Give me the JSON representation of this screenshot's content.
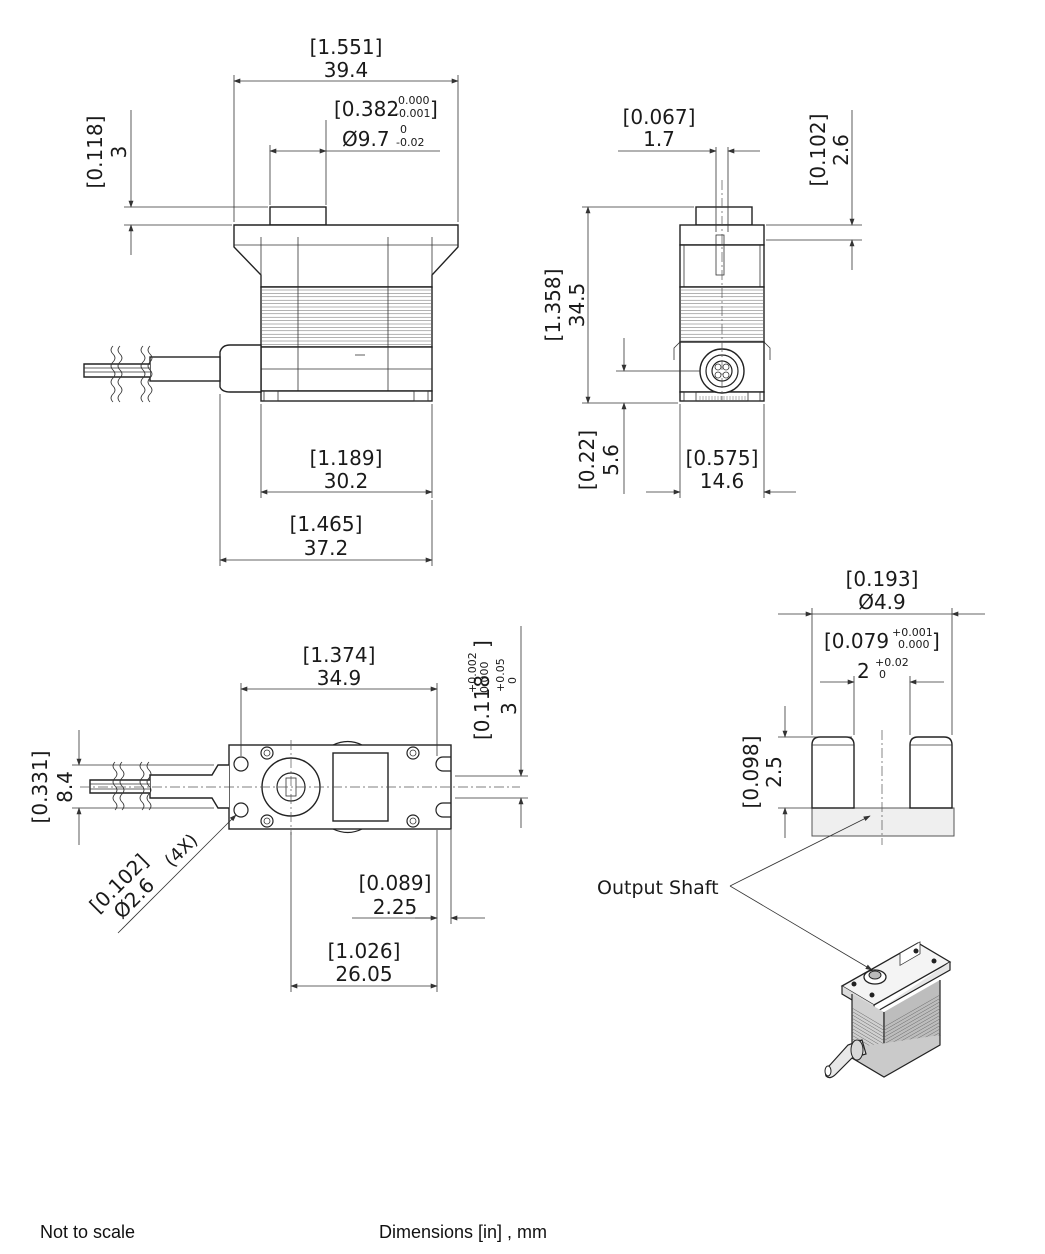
{
  "views": {
    "front": {
      "overall_width": {
        "in": "[1.551]",
        "mm": "39.4"
      },
      "shaft_diameter": {
        "in": "[0.382",
        "in_tol_upper": "0.000",
        "in_tol_lower": "-0.001",
        "in_close": "]",
        "mm": "Ø9.7",
        "mm_tol_upper": "0",
        "mm_tol_lower": "-0.02"
      },
      "shaft_height": {
        "in": "[0.118]",
        "mm": "3"
      },
      "case_width": {
        "in": "[1.189]",
        "mm": "30.2"
      },
      "cable_width": {
        "in": "[1.465]",
        "mm": "37.2"
      }
    },
    "side": {
      "spline_width": {
        "in": "[0.067]",
        "mm": "1.7"
      },
      "flange_thickness": {
        "in": "[0.102]",
        "mm": "2.6"
      },
      "total_height": {
        "in": "[1.358]",
        "mm": "34.5"
      },
      "cable_height": {
        "in": "[0.22]",
        "mm": "5.6"
      },
      "body_depth": {
        "in": "[0.575]",
        "mm": "14.6"
      }
    },
    "top": {
      "hole_spacing": {
        "in": "[1.374]",
        "mm": "34.9"
      },
      "shaft_offset": {
        "in": "[0.118",
        "in_tol_upper": "+0.002",
        "in_tol_lower": "0.000",
        "in_close": "]",
        "mm": "3",
        "mm_tol_upper": "+0.05",
        "mm_tol_lower": "0"
      },
      "width": {
        "in": "[0.331]",
        "mm": "8.4"
      },
      "hole_diameter": {
        "in": "[0.102]",
        "mm": "Ø2.6",
        "count": "(4X)"
      },
      "slot_offset": {
        "in": "[0.089]",
        "mm": "2.25"
      },
      "hole_to_slot": {
        "in": "[1.026]",
        "mm": "26.05"
      }
    },
    "shaft_detail": {
      "outer_diameter": {
        "in": "[0.193]",
        "mm": "Ø4.9"
      },
      "slot_width": {
        "in": "[0.079",
        "in_tol_upper": "+0.001",
        "in_tol_lower": "0.000",
        "in_close": "]",
        "mm": "2",
        "mm_tol_upper": "+0.02",
        "mm_tol_lower": "0"
      },
      "slot_depth": {
        "in": "[0.098]",
        "mm": "2.5"
      },
      "callout": "Output Shaft"
    }
  },
  "footer": {
    "scale_note": "Not to scale",
    "units_note": "Dimensions [in] , mm"
  }
}
